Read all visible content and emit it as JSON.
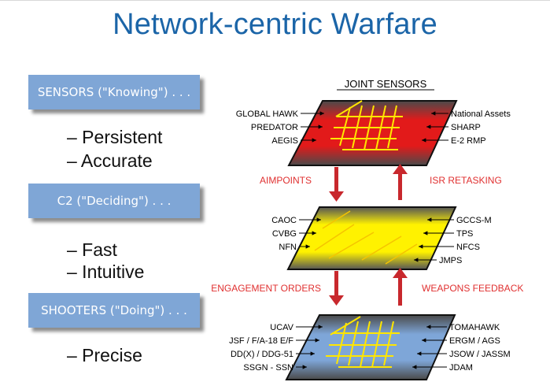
{
  "title": "Network-centric Warfare",
  "left": {
    "sensors": {
      "label": "SENSORS (\"Knowing\") . . .",
      "bullets": [
        "– Persistent",
        "– Accurate"
      ]
    },
    "c2": {
      "label": "C2 (\"Deciding\") . . .",
      "bullets": [
        "– Fast",
        "– Intuitive"
      ]
    },
    "shooters": {
      "label": "SHOOTERS (\"Doing\") . . .",
      "bullets": [
        "– Precise"
      ]
    }
  },
  "diagram": {
    "heading": "JOINT SENSORS",
    "colors": {
      "red": "#e02020",
      "yellow": "#ffea00",
      "blue": "#7fa6d6",
      "label_red": "#e03030"
    },
    "arrows": {
      "aimpoints": "AIMPOINTS",
      "isr_retasking": "ISR RETASKING",
      "engagement_orders": "ENGAGEMENT ORDERS",
      "weapons_feedback": "WEAPONS FEEDBACK"
    },
    "sensors_left": [
      "GLOBAL HAWK",
      "PREDATOR",
      "AEGIS"
    ],
    "sensors_right": [
      "National Assets",
      "SHARP",
      "E-2 RMP"
    ],
    "c2_left": [
      "CAOC",
      "CVBG",
      "NFN"
    ],
    "c2_right": [
      "GCCS-M",
      "TPS",
      "NFCS",
      "JMPS"
    ],
    "shooters_left": [
      "UCAV",
      "JSF / F/A-18 E/F",
      "DD(X) / DDG-51",
      "SSGN - SSN"
    ],
    "shooters_right": [
      "TOMAHAWK",
      "ERGM / AGS",
      "JSOW / JASSM",
      "JDAM"
    ]
  }
}
